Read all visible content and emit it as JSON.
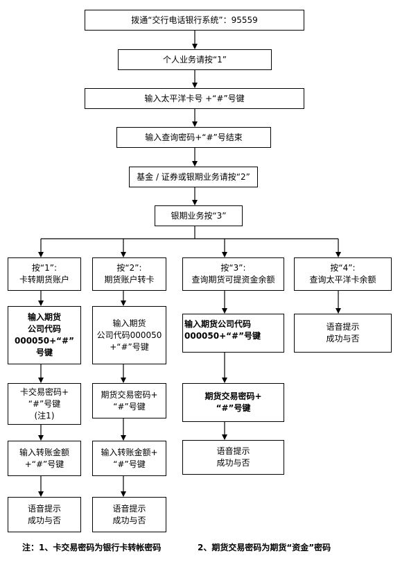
{
  "flowchart": {
    "top_steps": [
      {
        "id": "s1",
        "text": "拨通“交行电话银行系统”：95559"
      },
      {
        "id": "s2",
        "text": "个人业务请按“1”"
      },
      {
        "id": "s3",
        "text": "输入太平洋卡号 +“#”号键"
      },
      {
        "id": "s4",
        "text": "输入查询密码+“#”号结束"
      },
      {
        "id": "s5",
        "text": "基金 / 证券或银期业务请按“2”"
      },
      {
        "id": "s6",
        "text": "银期业务按“3”"
      }
    ],
    "branches": [
      {
        "name": "card-to-futures",
        "steps": [
          "按“1”:\n卡转期货账户",
          "输入期货\n公司代码\n000050+“#”\n号键",
          "卡交易密码+\n“#”号键\n(注1)",
          "输入转账金额\n+“#”号键",
          "语音提示\n成功与否"
        ]
      },
      {
        "name": "futures-to-card",
        "steps": [
          "按“2”:\n期货账户转卡",
          "输入期货\n公司代码000050\n+“#”号键",
          "期货交易密码+\n“#”号键",
          "输入转账金额+\n“#”号键",
          "语音提示\n成功与否"
        ]
      },
      {
        "name": "query-futures-balance",
        "steps": [
          "按“3”:\n查询期货可提资金余额",
          "输入期货公司代码\n000050+“#”号键",
          "期货交易密码+\n“#”号键",
          "语音提示\n成功与否"
        ]
      },
      {
        "name": "query-card-balance",
        "steps": [
          "按“4”:\n查询太平洋卡余额",
          "语音提示\n成功与否"
        ]
      }
    ],
    "notes": [
      "注：1、卡交易密码为银行卡转帐密码",
      "2、期货交易密码为期货“资金”密码"
    ]
  }
}
